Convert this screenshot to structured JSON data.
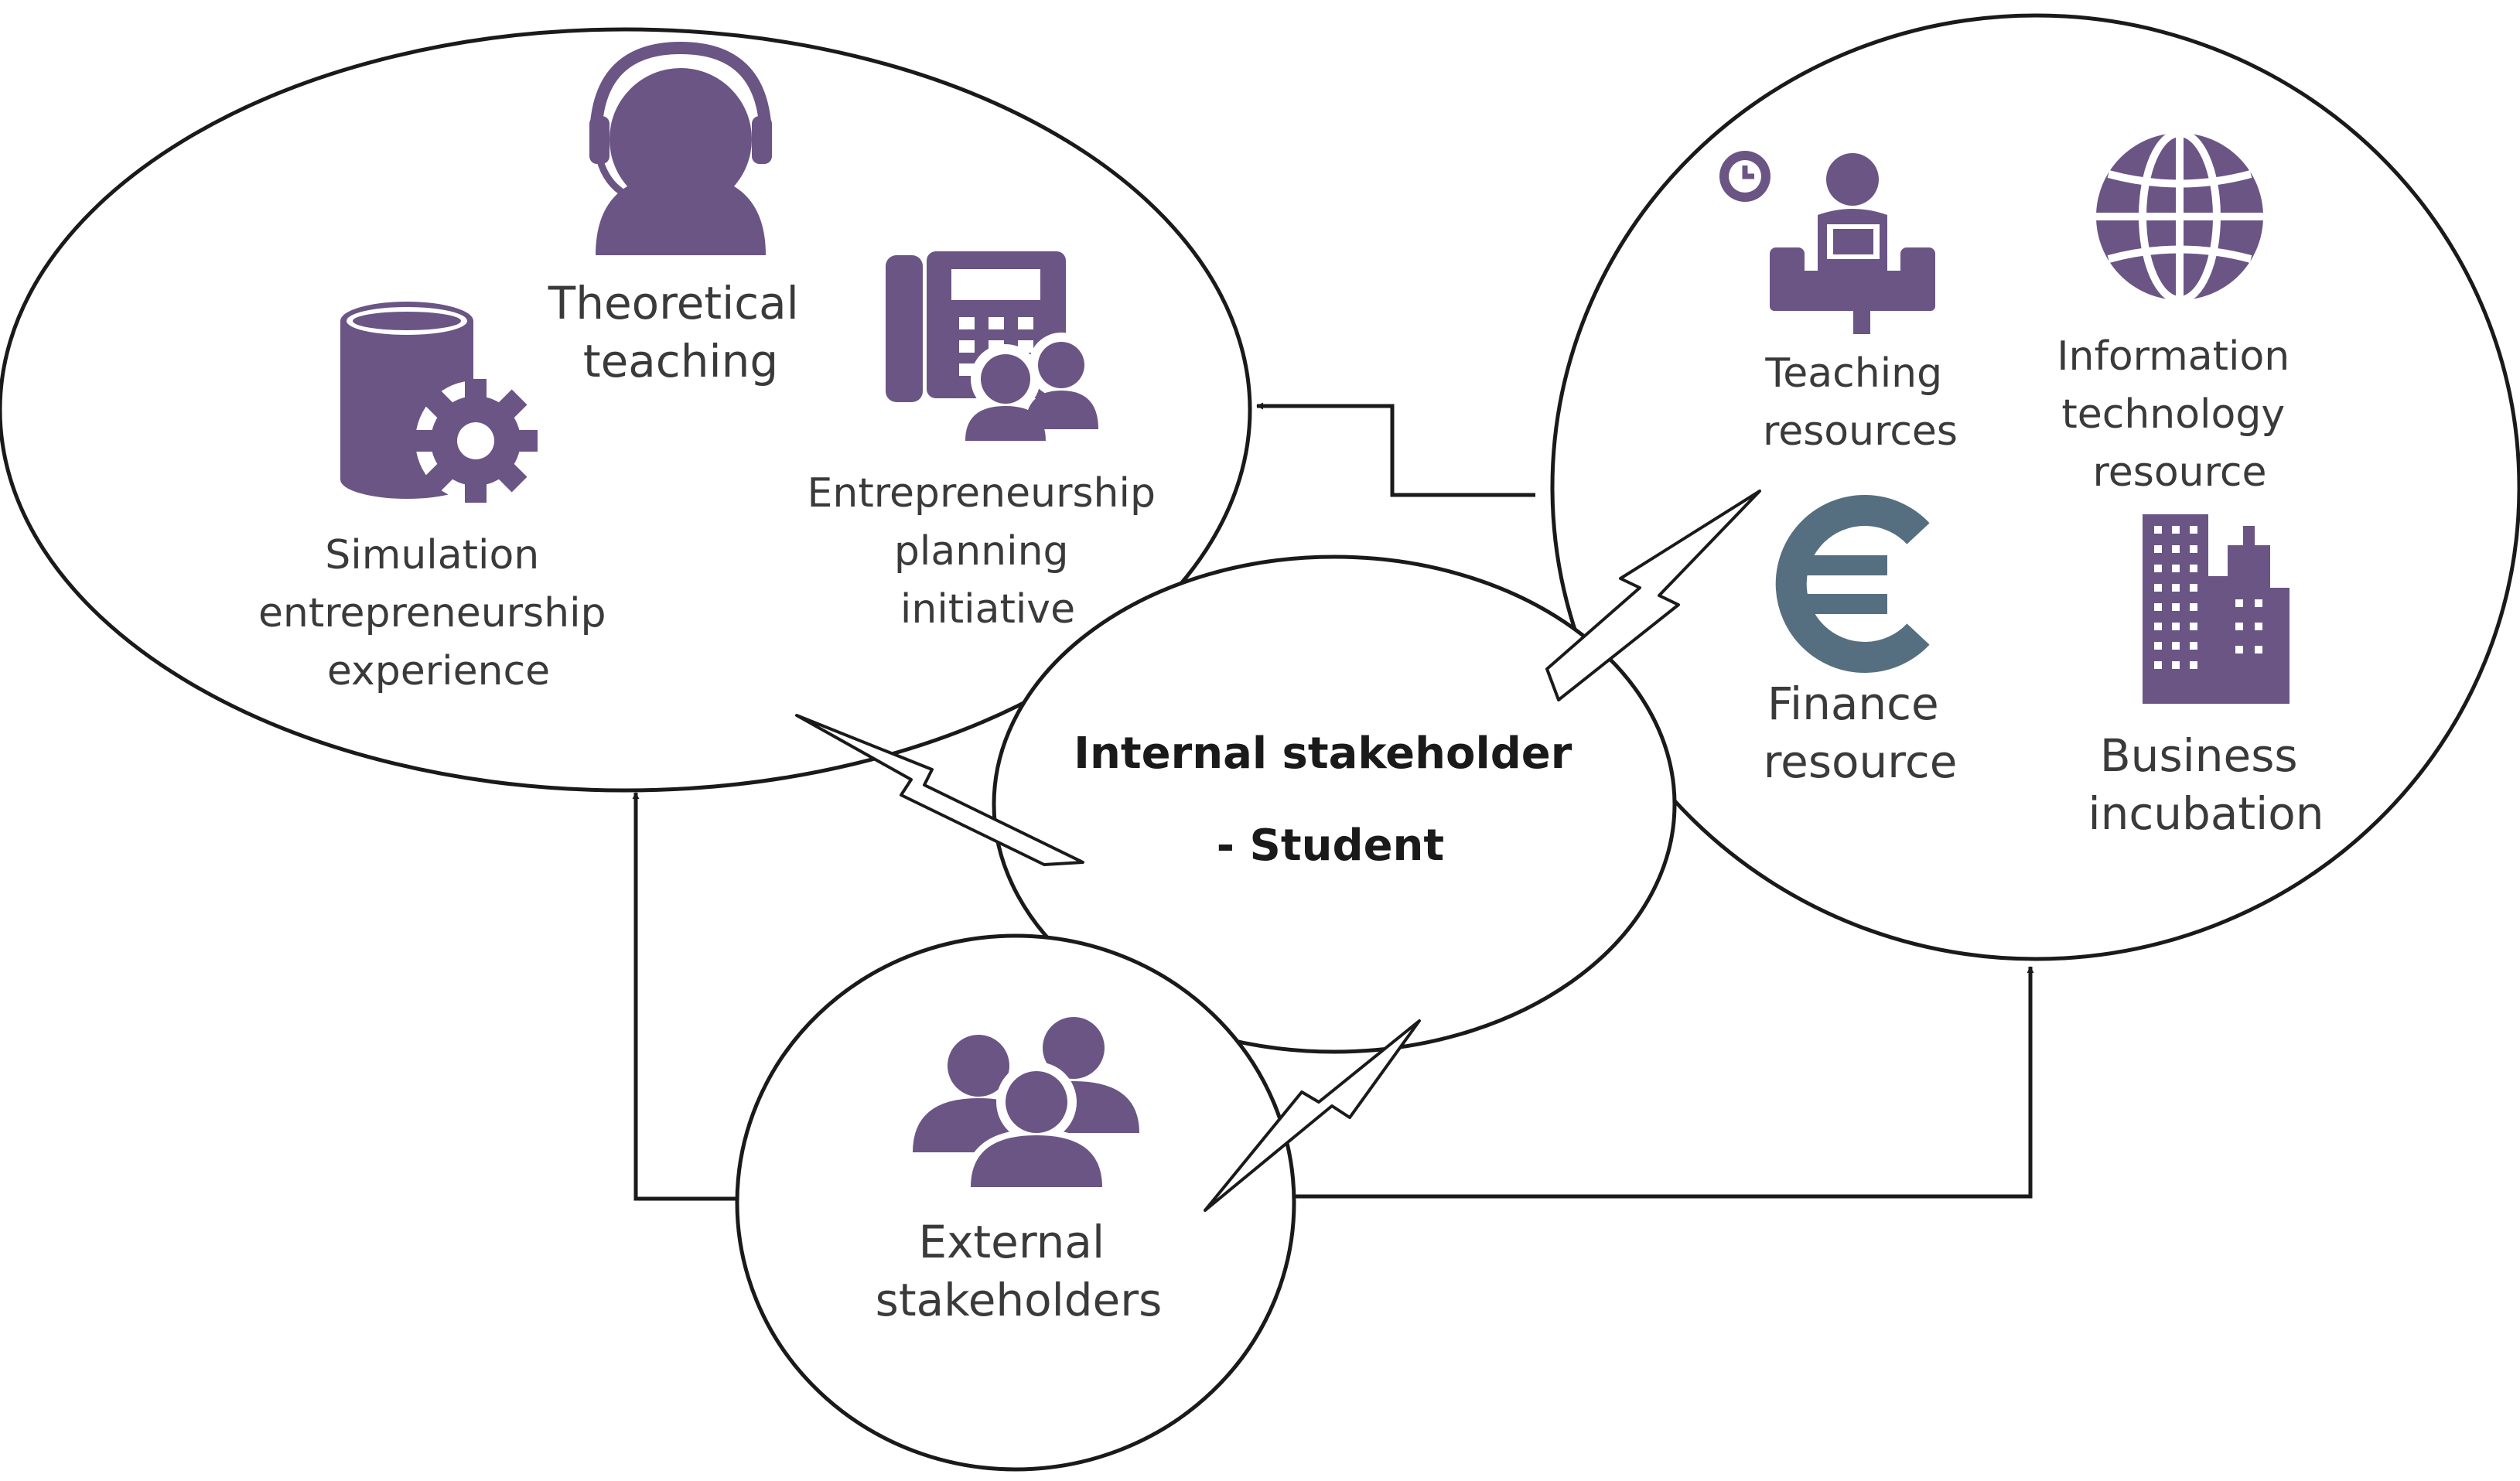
{
  "colors": {
    "icon": "#6a5585",
    "euro_icon": "#566f80",
    "outline": "#1a1a1a",
    "text": "#3a3a3a",
    "background": "#ffffff"
  },
  "nodes": {
    "internal": {
      "line1": "Internal stakeholder",
      "line2": "- Student"
    },
    "external": {
      "line1": "External",
      "line2": "stakeholders",
      "icon": "group-icon"
    },
    "learning": {
      "theoretical": {
        "line1": "Theoretical",
        "line2": "teaching",
        "icon": "headset-person-icon"
      },
      "simulation": {
        "line1": "Simulation",
        "line2": "entrepreneurship",
        "line3": "experience",
        "icon": "database-gear-icon"
      },
      "planning": {
        "line1": "Entrepreneurship",
        "line2": "planning",
        "line3": "initiative",
        "icon": "phone-meeting-icon"
      }
    },
    "resources": {
      "teaching": {
        "line1": "Teaching",
        "line2": "resources",
        "icon": "reading-person-icon"
      },
      "it": {
        "line1": "Information",
        "line2": "technology",
        "line3": "resource",
        "icon": "globe-icon"
      },
      "finance": {
        "line1": "Finance",
        "line2": "resource",
        "icon": "euro-icon"
      },
      "business": {
        "line1": "Business",
        "line2": "incubation",
        "icon": "buildings-icon"
      }
    }
  }
}
